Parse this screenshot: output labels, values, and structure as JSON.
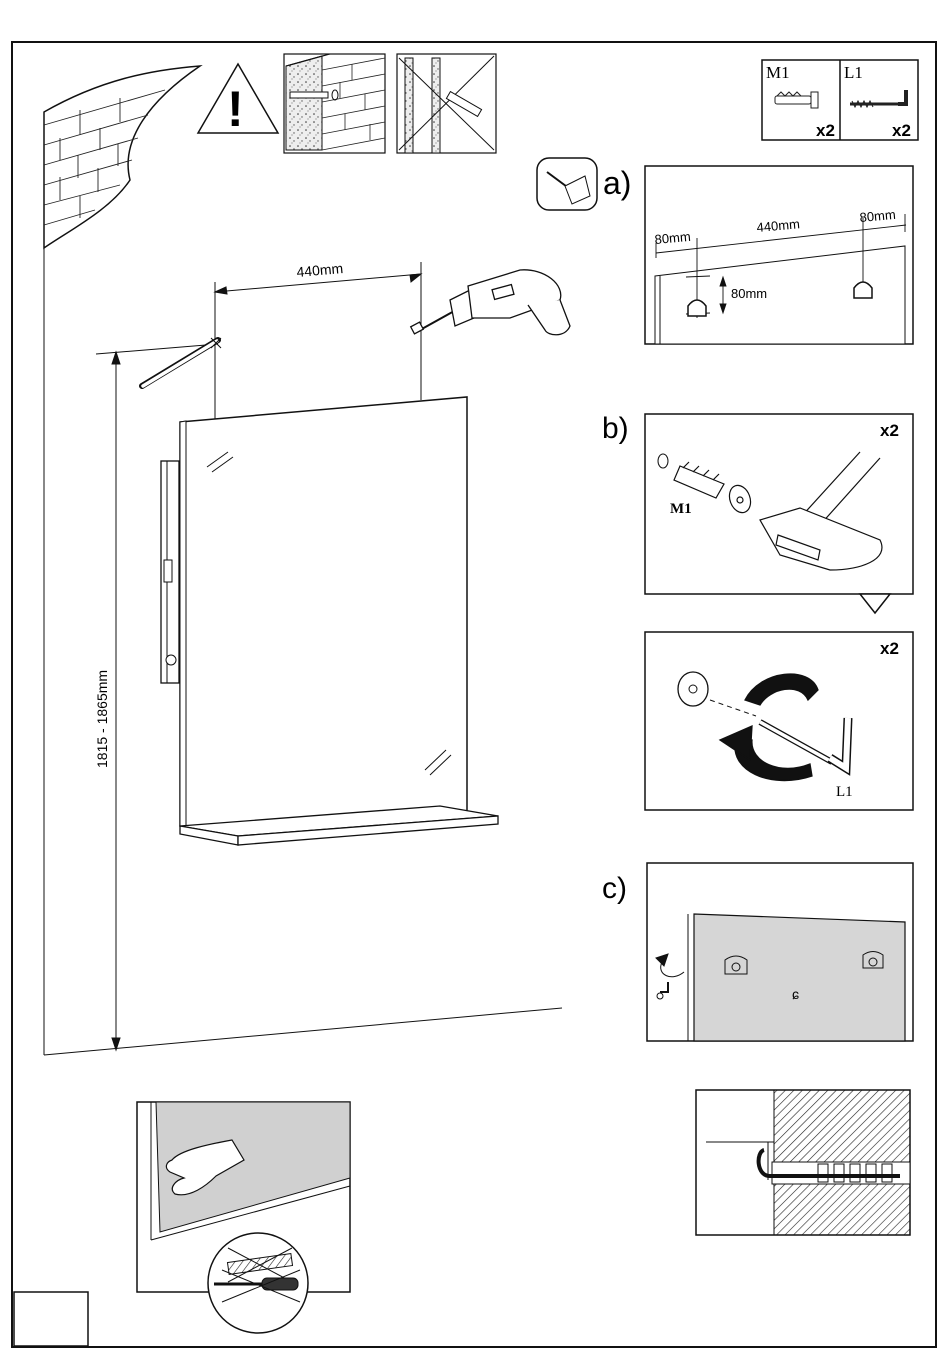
{
  "parts": {
    "m1": {
      "code": "M1",
      "qty": "x2"
    },
    "l1": {
      "code": "L1",
      "qty": "x2"
    }
  },
  "warning_glyph": "!",
  "steps": {
    "a": {
      "label": "a)"
    },
    "b": {
      "label": "b)",
      "qty_top": "x2",
      "qty_bottom": "x2",
      "part_m1": "M1",
      "part_l1": "L1"
    },
    "c": {
      "label": "c)"
    }
  },
  "dimensions": {
    "spacing": "440mm",
    "height_range": "1815 - 1865mm",
    "edge_left": "80mm",
    "edge_right": "80mm",
    "hook_drop": "80mm"
  },
  "icons": [
    "warning-icon",
    "solid-wall-icon",
    "hollow-wall-icon",
    "pencil-tool-icon",
    "drill-icon",
    "level-icon",
    "hand-icon",
    "screwdriver-icon",
    "cutter-crossed-icon"
  ]
}
